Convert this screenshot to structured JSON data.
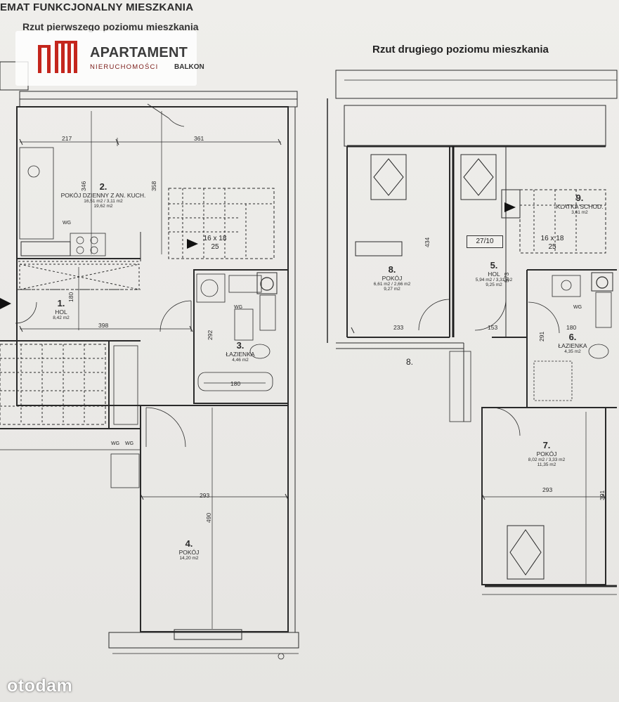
{
  "header": {
    "title_left": "EMAT FUNKCJONALNY MIESZKANIA",
    "subtitle_left": "Rzut pierwszego poziomu mieszkania",
    "title_right": "Rzut drugiego poziomu mieszkania"
  },
  "logo": {
    "name": "APARTAMENT",
    "tagline": "NIERUCHOMOŚCI",
    "accent_color": "#c4261d",
    "text_color": "#3b3b3b"
  },
  "balcony_label": "BALKON",
  "watermark": "otodam",
  "level1": {
    "rooms": [
      {
        "number": "2.",
        "name": "POKÓJ DZIENNY Z AN. KUCH.",
        "area_line": "16,51 m2 / 3,11 m2",
        "area_total": "19,62 m2"
      },
      {
        "number": "1.",
        "name": "HOL",
        "area_line": "8,42 m2",
        "area_total": ""
      },
      {
        "number": "3.",
        "name": "ŁAZIENKA",
        "area_line": "4,46 m2",
        "area_total": ""
      },
      {
        "number": "4.",
        "name": "POKÓJ",
        "area_line": "14,20 m2",
        "area_total": ""
      }
    ],
    "dimensions": [
      "217",
      "361",
      "346",
      "358",
      "180",
      "398",
      "292",
      "180",
      "293",
      "490"
    ],
    "stairs": {
      "size": "16 x 18",
      "count": "25"
    },
    "fixture_tag": "WG"
  },
  "level2": {
    "rooms": [
      {
        "number": "8.",
        "name": "POKÓJ",
        "area_line": "6,61 m2 / 2,66 m2",
        "area_total": "9,27 m2"
      },
      {
        "number": "5.",
        "name": "HOL",
        "area_line": "5,94 m2 / 3,31 m2",
        "area_total": "9,25 m2"
      },
      {
        "number": "9.",
        "name": "KLATKA SCHOD.",
        "area_line": "3,61 m2",
        "area_total": ""
      },
      {
        "number": "6.",
        "name": "ŁAZIENKA",
        "area_line": "4,35 m2",
        "area_total": ""
      },
      {
        "number": "7.",
        "name": "POKÓJ",
        "area_line": "8,02 m2 / 3,33 m2",
        "area_total": "11,35 m2"
      }
    ],
    "dimensions": [
      "233",
      "153",
      "434",
      "573",
      "180",
      "291",
      "293",
      "391"
    ],
    "stairs": {
      "size": "16 x 18",
      "count": "25"
    },
    "stamp": "27/10",
    "marker": "8.",
    "fixture_tag": "WG"
  }
}
